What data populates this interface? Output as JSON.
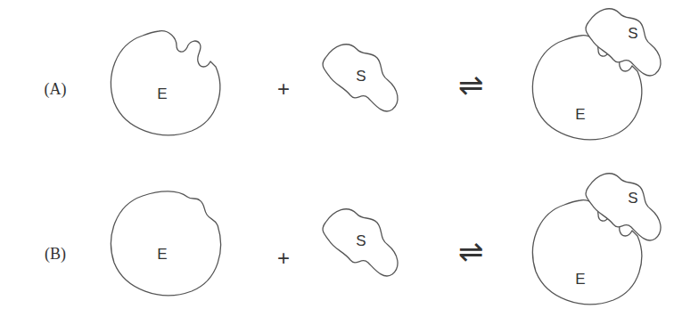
{
  "diagram": {
    "nodes": [
      {
        "text": [
          "E"
        ]
      },
      {
        "text": [
          "S"
        ]
      },
      {
        "text": [
          "E"
        ]
      },
      {
        "text": [
          "S"
        ]
      },
      {
        "text": [
          "E"
        ]
      },
      {
        "text": [
          "S"
        ]
      },
      {
        "text": [
          "E"
        ]
      },
      {
        "text": [
          "S"
        ]
      }
    ],
    "labels": [
      "(A)",
      "+",
      "⇌",
      "(B)",
      "+",
      "⇌"
    ]
  }
}
